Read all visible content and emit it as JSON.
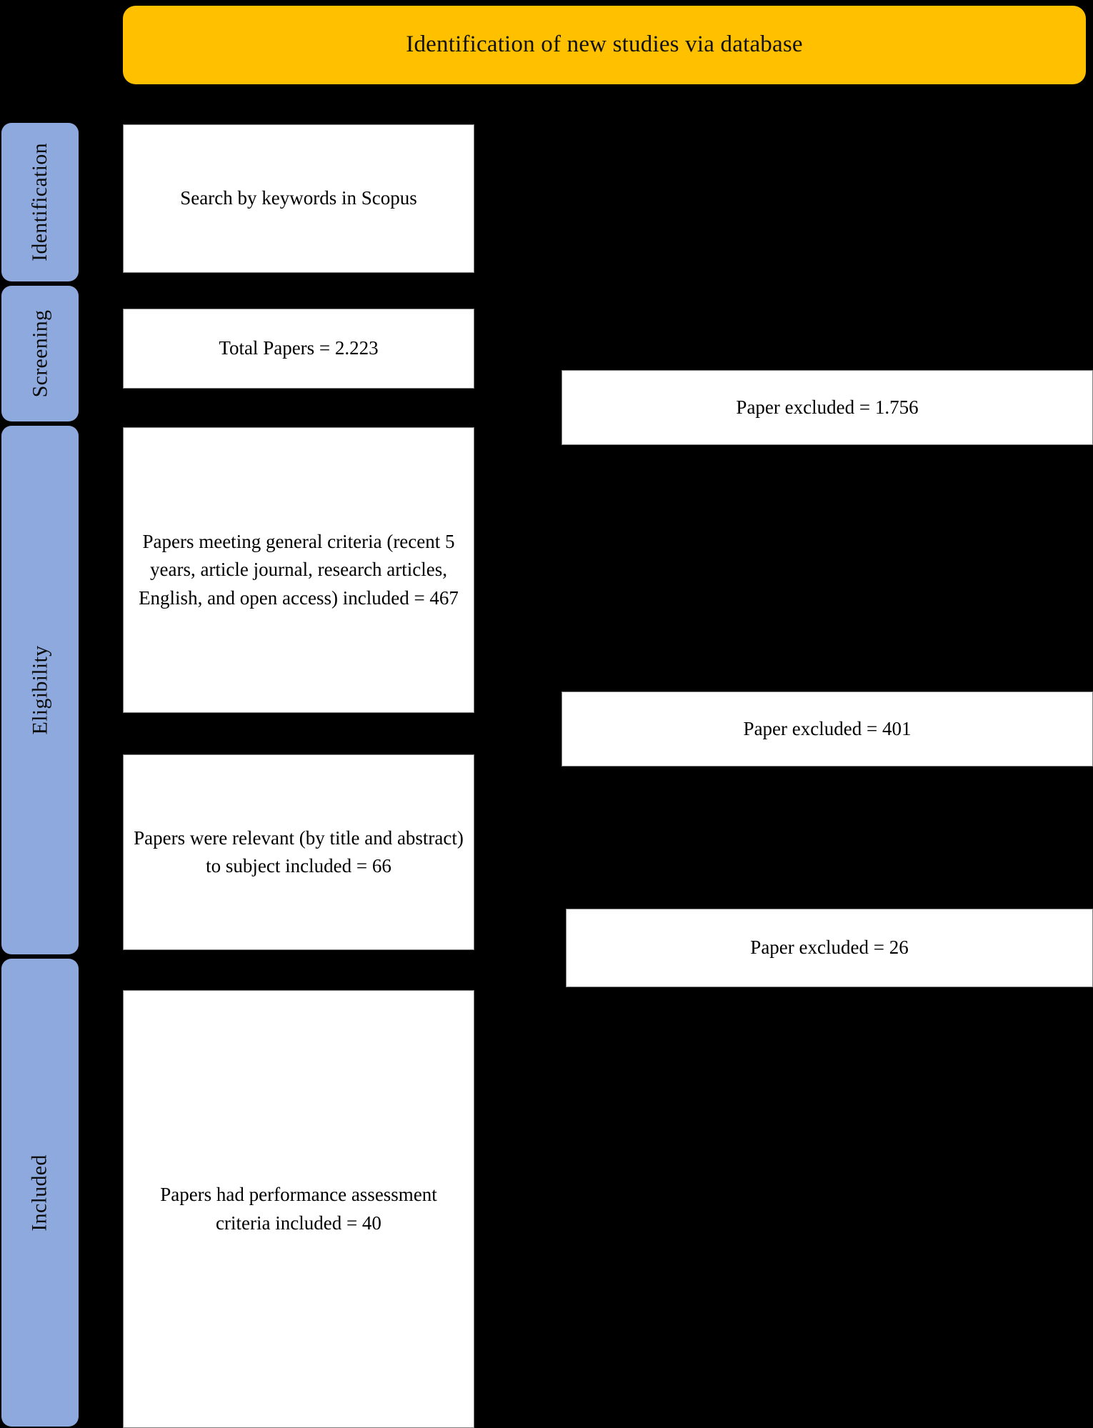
{
  "banner": {
    "title": "Identification of new studies via database",
    "color": "#FFC000"
  },
  "stages": {
    "color": "#8EA9DE",
    "items": [
      {
        "id": "identification",
        "label": "Identification"
      },
      {
        "id": "screening",
        "label": "Screening"
      },
      {
        "id": "eligibility",
        "label": "Eligibility"
      },
      {
        "id": "included",
        "label": "Included"
      }
    ]
  },
  "flow_boxes": [
    {
      "id": "search",
      "text": "Search by keywords in Scopus"
    },
    {
      "id": "total",
      "text": "Total Papers = 2.223"
    },
    {
      "id": "criteria",
      "text": "Papers meeting general criteria (recent 5 years, article journal, research articles, English, and open access) included = 467"
    },
    {
      "id": "relevant",
      "text": "Papers were relevant (by title and abstract) to subject included = 66"
    },
    {
      "id": "performance",
      "text": "Papers had performance assessment criteria included = 40"
    }
  ],
  "exclusion_boxes": [
    {
      "id": "excluded-1756",
      "text": "Paper excluded = 1.756"
    },
    {
      "id": "excluded-401",
      "text": "Paper excluded = 401"
    },
    {
      "id": "excluded-26",
      "text": "Paper excluded = 26"
    }
  ],
  "chart_data": {
    "type": "table",
    "title": "Identification of new studies via database",
    "stages": [
      "Identification",
      "Screening",
      "Eligibility",
      "Included"
    ],
    "steps": [
      {
        "stage": "Identification",
        "label": "Search by keywords in Scopus",
        "value": null
      },
      {
        "stage": "Screening",
        "label": "Total Papers",
        "value": 2223
      },
      {
        "stage": "Screening",
        "label": "Paper excluded",
        "value": 1756
      },
      {
        "stage": "Eligibility",
        "label": "Papers meeting general criteria (recent 5 years, article journal, research articles, English, and open access) included",
        "value": 467
      },
      {
        "stage": "Eligibility",
        "label": "Paper excluded",
        "value": 401
      },
      {
        "stage": "Eligibility",
        "label": "Papers were relevant (by title and abstract) to subject included",
        "value": 66
      },
      {
        "stage": "Eligibility",
        "label": "Paper excluded",
        "value": 26
      },
      {
        "stage": "Included",
        "label": "Papers had performance assessment criteria included",
        "value": 40
      }
    ]
  }
}
